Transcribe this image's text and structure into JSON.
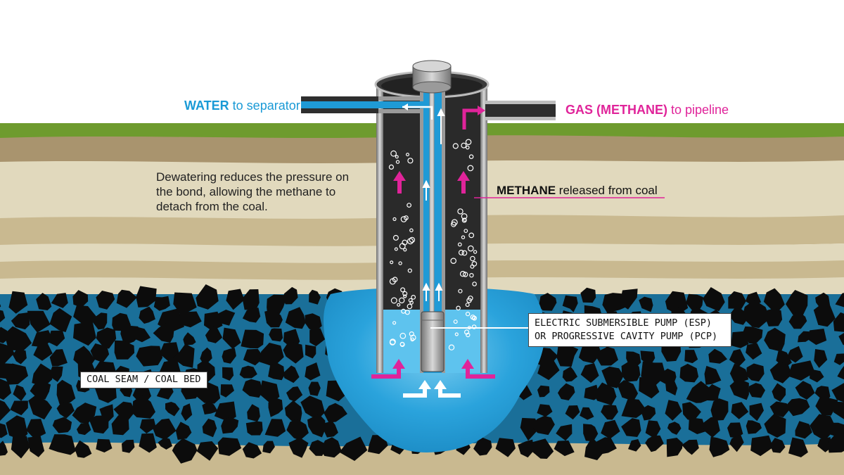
{
  "labels": {
    "water_bold": "WATER",
    "water_rest": " to separator",
    "gas_bold": "GAS (METHANE)",
    "gas_rest": " to pipeline",
    "dewatering": "Dewatering reduces the pressure on the bond, allowing the methane to detach from the coal.",
    "methane_bold": "METHANE",
    "methane_rest": " released from coal",
    "pump_line1": "ELECTRIC SUBMERSIBLE PUMP (ESP)",
    "pump_line2": "OR PROGRESSIVE CAVITY PUMP (PCP)",
    "coal_seam": "COAL SEAM / COAL BED"
  },
  "colors": {
    "grass": "#6e9b2e",
    "soil_dark": "#a9946e",
    "soil_light": "#e1d9bd",
    "soil_mid": "#c9b990",
    "coal": "#111111",
    "water": "#1f9ad6",
    "water_light": "#4fb7e6",
    "methane_arrow": "#e0249a",
    "casing": "#2e2e2e",
    "pipe_gray": "#8a8a8a"
  }
}
